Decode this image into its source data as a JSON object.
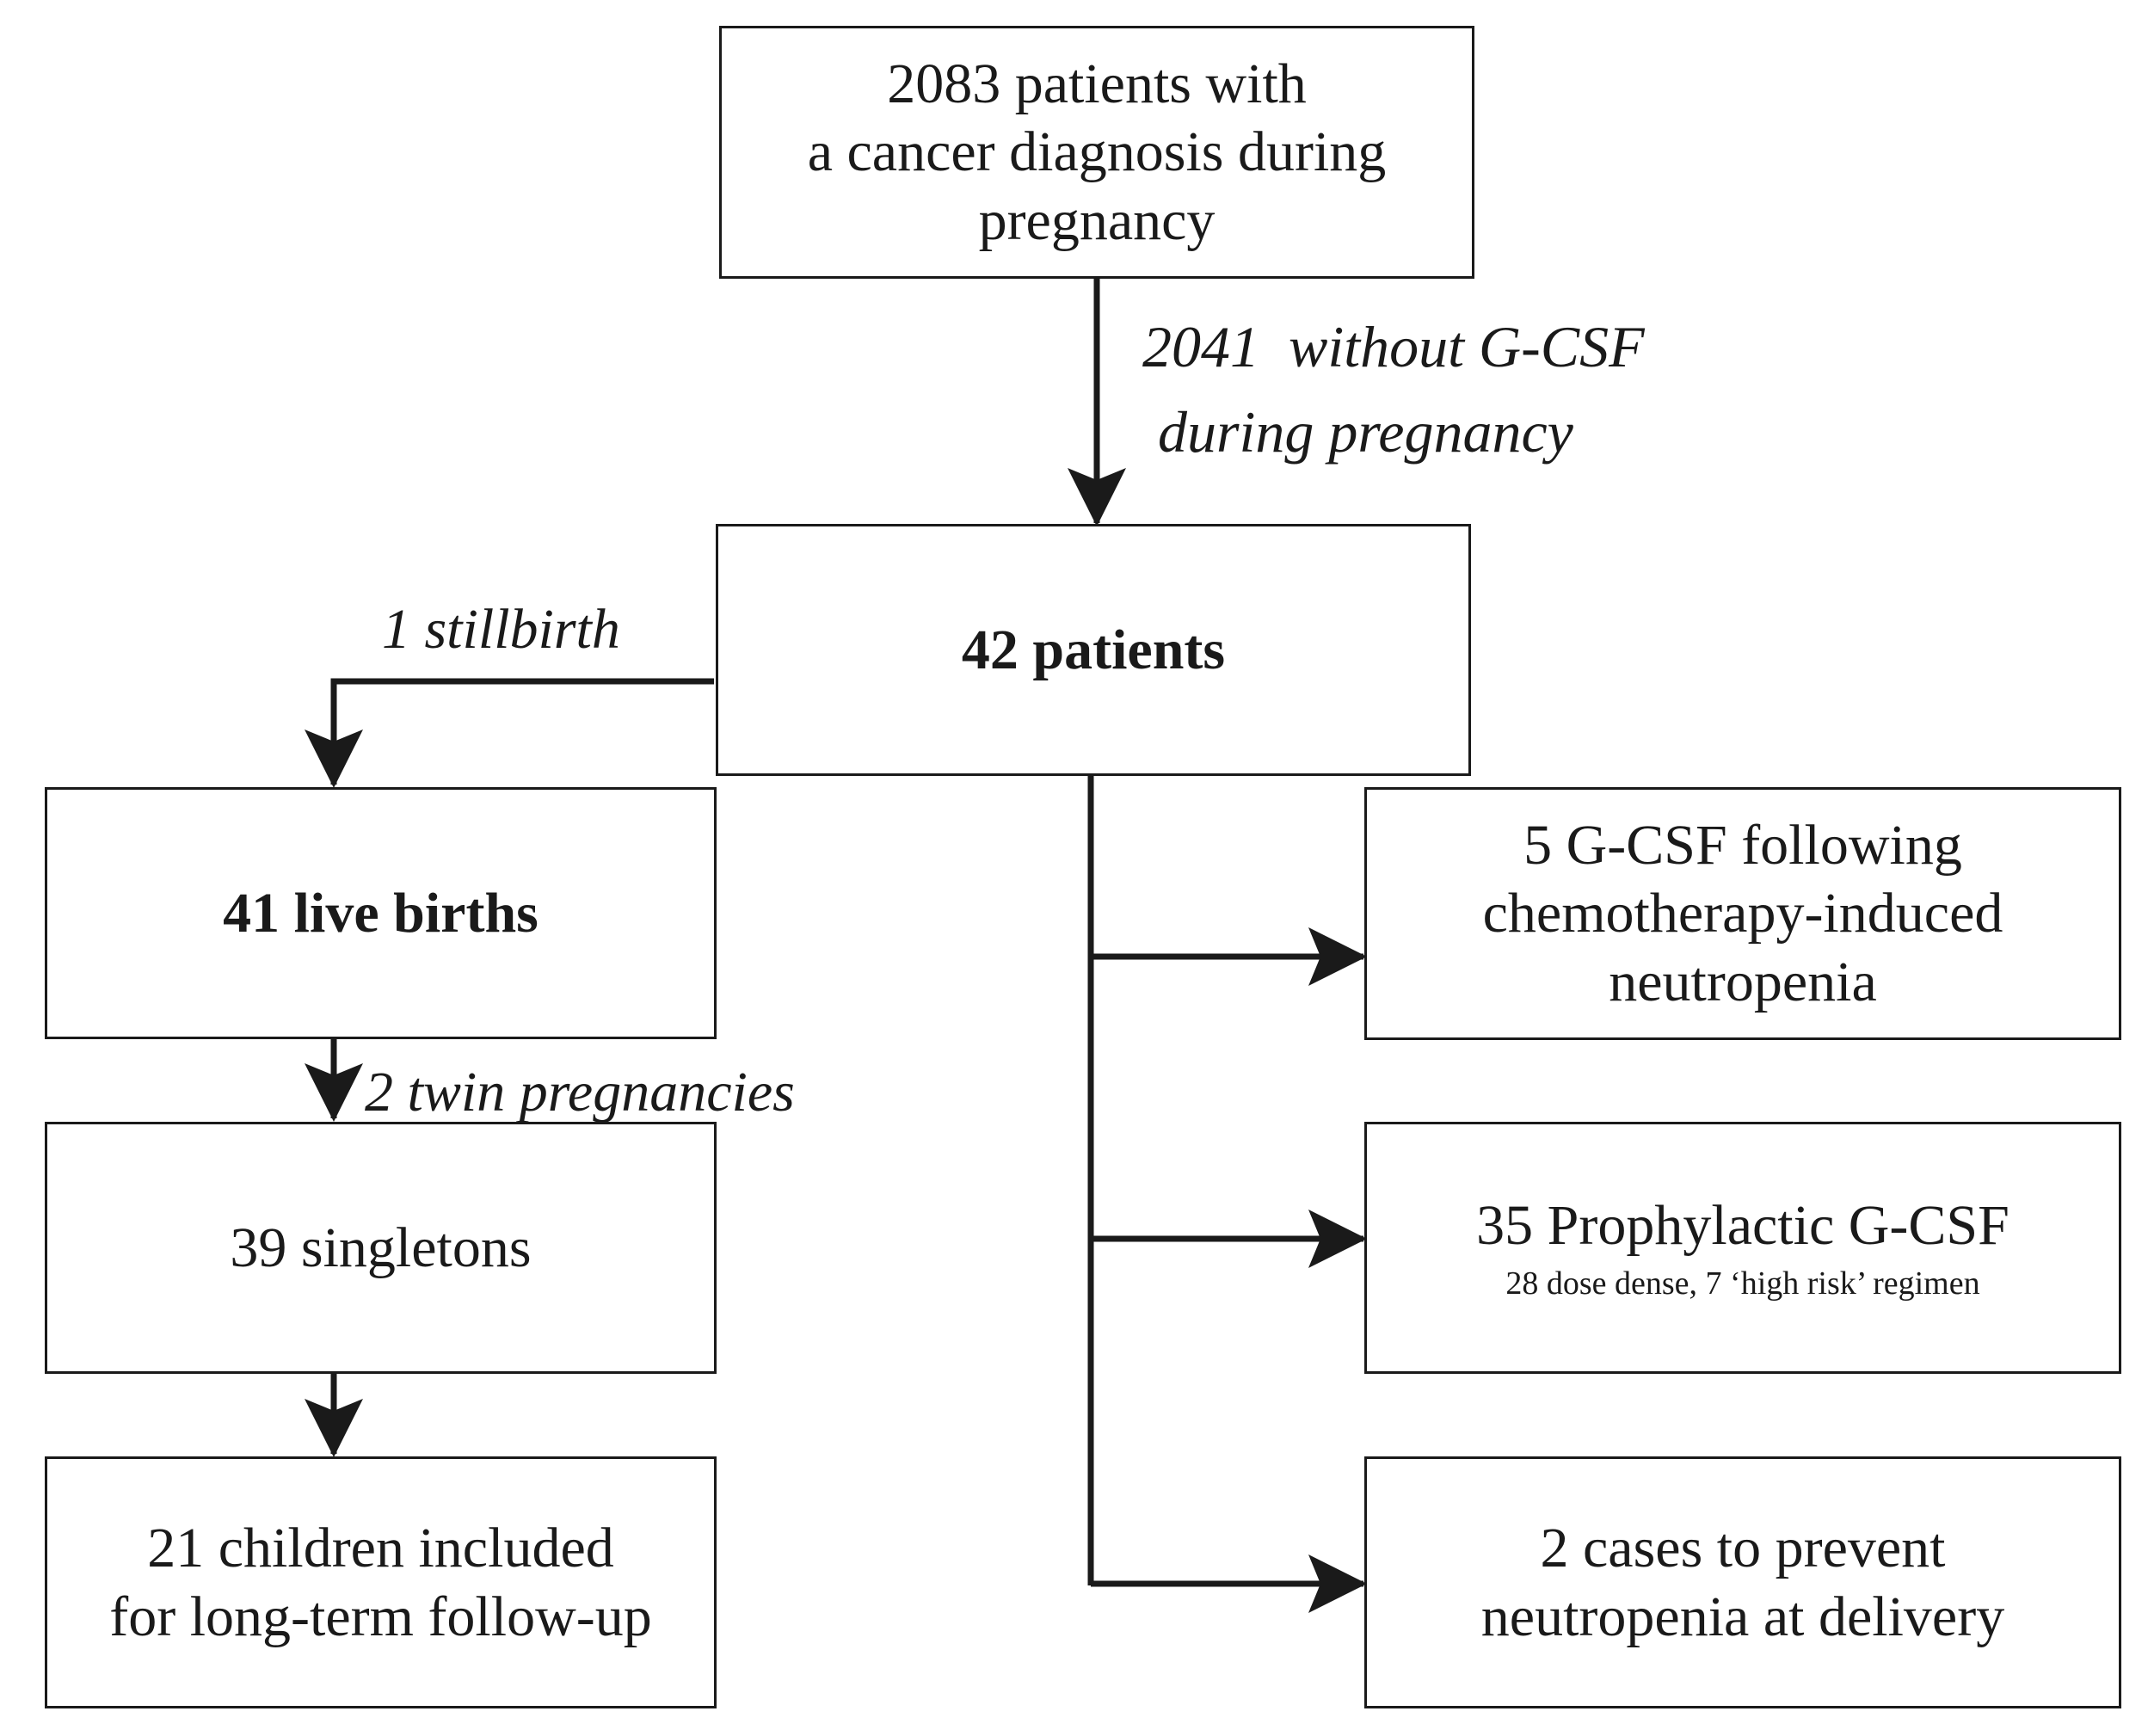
{
  "boxes": {
    "start": {
      "lines": [
        "2083 patients with",
        "a cancer diagnosis during",
        "pregnancy"
      ]
    },
    "patients": {
      "text": "42 patients"
    },
    "live_births": {
      "text": "41 live births"
    },
    "singletons": {
      "text": "39 singletons"
    },
    "followup": {
      "lines": [
        "21 children included",
        "for long-term follow-up"
      ]
    },
    "gcsf_neutropenia": {
      "lines": [
        "5 G-CSF following",
        "chemotherapy-induced",
        "neutropenia"
      ]
    },
    "prophylactic": {
      "text": "35 Prophylactic G-CSF",
      "subtext": "28 dose dense, 7 ‘high risk’ regimen"
    },
    "delivery": {
      "lines": [
        "2 cases to prevent",
        "neutropenia at delivery"
      ]
    }
  },
  "labels": {
    "without_gcsf": [
      "2041  without G-CSF",
      "during pregnancy"
    ],
    "stillbirth": "1 stillbirth",
    "twins": "2 twin pregnancies"
  }
}
